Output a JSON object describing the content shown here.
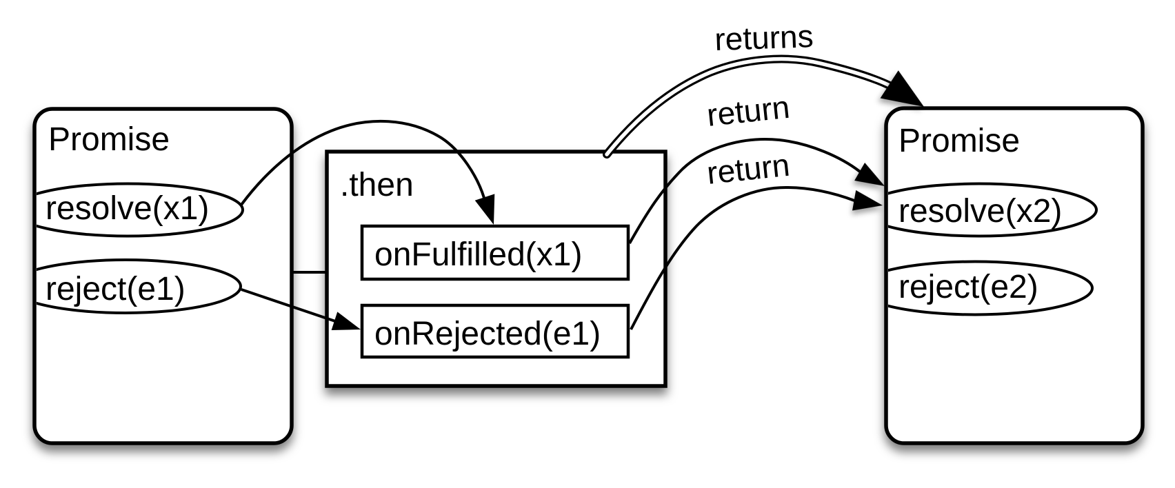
{
  "colors": {
    "stroke": "#000000",
    "fill": "#ffffff",
    "background": "#ffffff",
    "shadow": "rgba(0,0,0,0.5)"
  },
  "promise1": {
    "title": "Promise",
    "resolve_label": "resolve(x1)",
    "reject_label": "reject(e1)"
  },
  "then_block": {
    "title": ".then",
    "on_fulfilled_label": "onFulfilled(x1)",
    "on_rejected_label": "onRejected(e1)"
  },
  "promise2": {
    "title": "Promise",
    "resolve_label": "resolve(x2)",
    "reject_label": "reject(e2)"
  },
  "arrows": {
    "returns_label": "returns",
    "return_fulfilled_label": "return",
    "return_rejected_label": "return"
  }
}
